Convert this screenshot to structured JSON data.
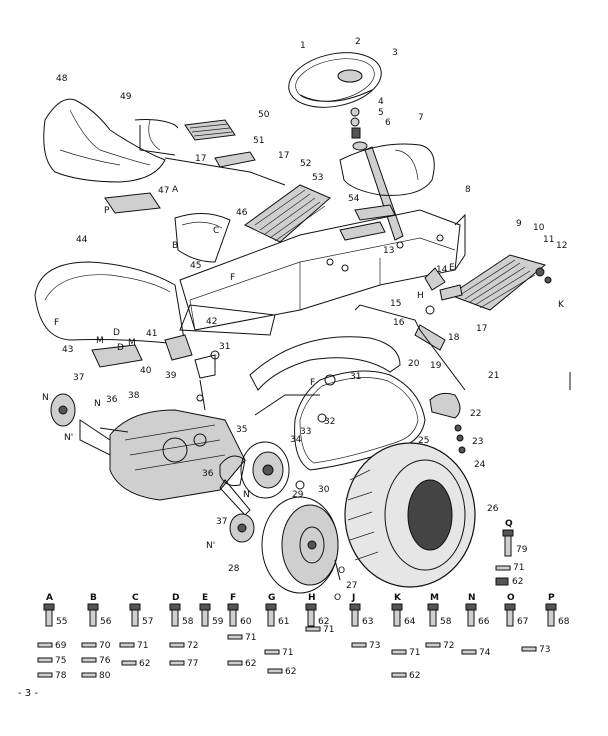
{
  "page": {
    "number": "- 3 -"
  },
  "callouts": [
    {
      "id": "c1",
      "text": "1"
    },
    {
      "id": "c2",
      "text": "2"
    },
    {
      "id": "c3",
      "text": "3"
    },
    {
      "id": "c4",
      "text": "4"
    },
    {
      "id": "c5",
      "text": "5"
    },
    {
      "id": "c6",
      "text": "6"
    },
    {
      "id": "c7",
      "text": "7"
    },
    {
      "id": "c8",
      "text": "8"
    },
    {
      "id": "c9",
      "text": "9"
    },
    {
      "id": "c10",
      "text": "10"
    },
    {
      "id": "c11",
      "text": "11"
    },
    {
      "id": "c12",
      "text": "12"
    },
    {
      "id": "c13",
      "text": "13"
    },
    {
      "id": "c14",
      "text": "14"
    },
    {
      "id": "c15",
      "text": "15"
    },
    {
      "id": "c16",
      "text": "16"
    },
    {
      "id": "c17a",
      "text": "17"
    },
    {
      "id": "c17b",
      "text": "17"
    },
    {
      "id": "c17c",
      "text": "17"
    },
    {
      "id": "c18",
      "text": "18"
    },
    {
      "id": "c19",
      "text": "19"
    },
    {
      "id": "c20",
      "text": "20"
    },
    {
      "id": "c21",
      "text": "21"
    },
    {
      "id": "c22",
      "text": "22"
    },
    {
      "id": "c23",
      "text": "23"
    },
    {
      "id": "c24",
      "text": "24"
    },
    {
      "id": "c25",
      "text": "25"
    },
    {
      "id": "c26",
      "text": "26"
    },
    {
      "id": "c27",
      "text": "27"
    },
    {
      "id": "c28",
      "text": "28"
    },
    {
      "id": "c29",
      "text": "29"
    },
    {
      "id": "c30",
      "text": "30"
    },
    {
      "id": "c31a",
      "text": "31"
    },
    {
      "id": "c31b",
      "text": "31"
    },
    {
      "id": "c32",
      "text": "32"
    },
    {
      "id": "c33",
      "text": "33"
    },
    {
      "id": "c34",
      "text": "34"
    },
    {
      "id": "c35",
      "text": "35"
    },
    {
      "id": "c36a",
      "text": "36"
    },
    {
      "id": "c36b",
      "text": "36"
    },
    {
      "id": "c37a",
      "text": "37"
    },
    {
      "id": "c37b",
      "text": "37"
    },
    {
      "id": "c38",
      "text": "38"
    },
    {
      "id": "c39",
      "text": "39"
    },
    {
      "id": "c40",
      "text": "40"
    },
    {
      "id": "c41",
      "text": "41"
    },
    {
      "id": "c42",
      "text": "42"
    },
    {
      "id": "c43",
      "text": "43"
    },
    {
      "id": "c44",
      "text": "44"
    },
    {
      "id": "c45",
      "text": "45"
    },
    {
      "id": "c46",
      "text": "46"
    },
    {
      "id": "c47",
      "text": "47"
    },
    {
      "id": "c48",
      "text": "48"
    },
    {
      "id": "c49",
      "text": "49"
    },
    {
      "id": "c50",
      "text": "50"
    },
    {
      "id": "c51",
      "text": "51"
    },
    {
      "id": "c52",
      "text": "52"
    },
    {
      "id": "c53",
      "text": "53"
    },
    {
      "id": "c54",
      "text": "54"
    },
    {
      "id": "lN1",
      "text": "N"
    },
    {
      "id": "lN2",
      "text": "N"
    },
    {
      "id": "lN3",
      "text": "N"
    },
    {
      "id": "lN4",
      "text": "N'"
    },
    {
      "id": "lN5",
      "text": "N'"
    },
    {
      "id": "lM1",
      "text": "M"
    },
    {
      "id": "lM2",
      "text": "M"
    },
    {
      "id": "lD1",
      "text": "D"
    },
    {
      "id": "lD2",
      "text": "D"
    },
    {
      "id": "lE",
      "text": "E"
    },
    {
      "id": "lF1",
      "text": "F"
    },
    {
      "id": "lF2",
      "text": "F"
    },
    {
      "id": "lF3",
      "text": "F"
    },
    {
      "id": "lK",
      "text": "K"
    },
    {
      "id": "lP",
      "text": "P"
    },
    {
      "id": "lO1",
      "text": "O"
    },
    {
      "id": "lO2",
      "text": "O"
    },
    {
      "id": "lH",
      "text": "H"
    },
    {
      "id": "lA",
      "text": "A"
    },
    {
      "id": "lB",
      "text": "B"
    },
    {
      "id": "lC",
      "text": "C"
    }
  ],
  "hardware_key": {
    "bolts": [
      {
        "letter": "A",
        "num": "55"
      },
      {
        "letter": "B",
        "num": "56"
      },
      {
        "letter": "C",
        "num": "57"
      },
      {
        "letter": "D",
        "num": "58"
      },
      {
        "letter": "E",
        "num": "59"
      },
      {
        "letter": "F",
        "num": "60"
      },
      {
        "letter": "G",
        "num": "61"
      },
      {
        "letter": "H",
        "num": "62"
      },
      {
        "letter": "J",
        "num": "63"
      },
      {
        "letter": "K",
        "num": "64"
      },
      {
        "letter": "M",
        "num": "58"
      },
      {
        "letter": "N",
        "num": "66"
      },
      {
        "letter": "O",
        "num": "67"
      },
      {
        "letter": "P",
        "num": "68"
      }
    ],
    "washers": [
      {
        "num": "69"
      },
      {
        "num": "70"
      },
      {
        "num": "71"
      },
      {
        "num": "72"
      },
      {
        "num": "71"
      },
      {
        "num": "71"
      },
      {
        "num": "71"
      },
      {
        "num": "73"
      },
      {
        "num": "71"
      },
      {
        "num": "72"
      },
      {
        "num": "73"
      },
      {
        "num": "75"
      },
      {
        "num": "76"
      },
      {
        "num": "62"
      },
      {
        "num": "77"
      },
      {
        "num": "62"
      },
      {
        "num": "74"
      },
      {
        "num": "78"
      },
      {
        "num": "80"
      },
      {
        "num": "62"
      },
      {
        "num": "62"
      }
    ],
    "q_part": {
      "letter": "Q",
      "num": "79",
      "washer": "71",
      "nut": "62"
    }
  }
}
